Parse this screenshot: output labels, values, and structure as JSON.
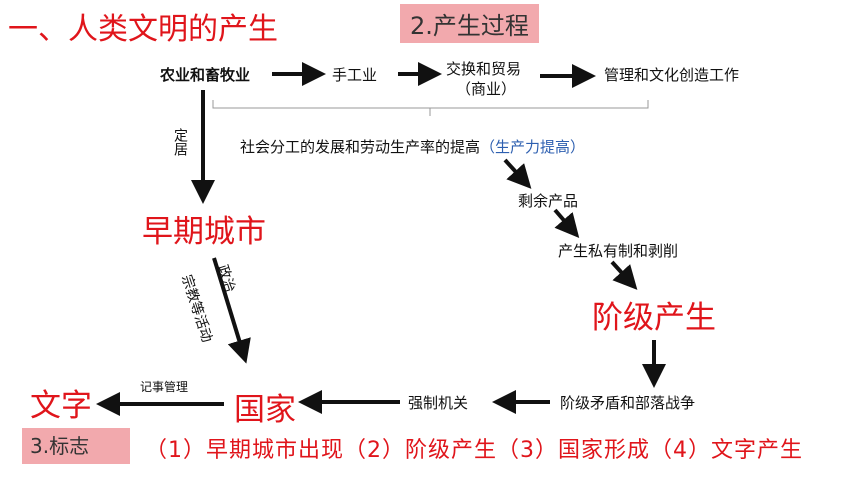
{
  "title": "一、人类文明的产生",
  "section": "2.产生过程",
  "nodes": {
    "agri": "农业和畜牧业",
    "handicraft": "手工业",
    "exchange_line1": "交换和贸易",
    "exchange_line2": "（商业）",
    "management": "管理和文化创造工作",
    "division_text": "社会分工的发展和劳动生产率的提高",
    "productivity": "（生产力提高）",
    "settle": "定居",
    "surplus": "剩余产品",
    "private": "产生私有制和剥削",
    "early_city": "早期城市",
    "politics": "政治",
    "religion": "宗教等活动",
    "class": "阶级产生",
    "conflict": "阶级矛盾和部落战争",
    "force": "强制机关",
    "state": "国家",
    "record": "记事管理",
    "writing": "文字"
  },
  "signs": {
    "label": "3.标志",
    "text": "（1）早期城市出现（2）阶级产生（3）国家形成（4）文字产生"
  },
  "colors": {
    "accent_red": "#e0151b",
    "label_bg": "#f2a9ad",
    "blue": "#2d5fb0"
  }
}
